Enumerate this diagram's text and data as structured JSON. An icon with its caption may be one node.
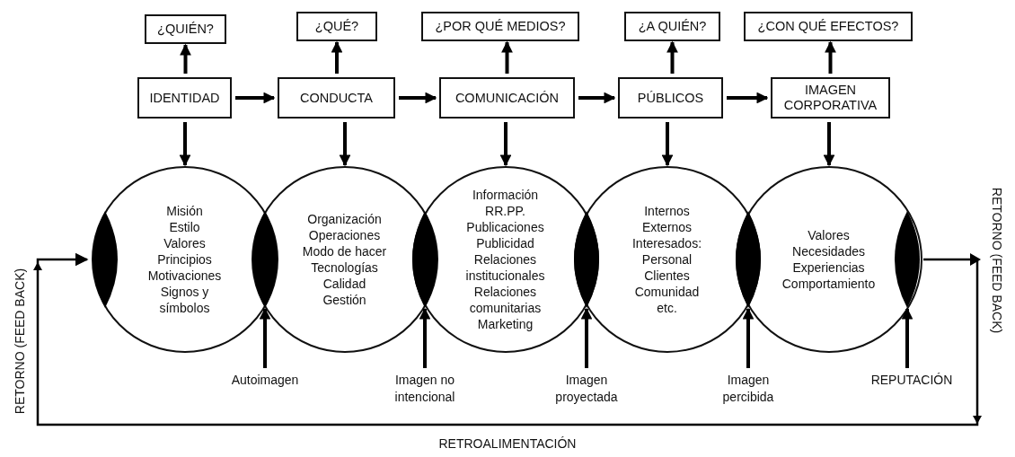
{
  "diagram": {
    "nodes": [
      {
        "text": [
          "¿QUIÉN?"
        ]
      },
      {
        "text": [
          "¿QUÉ?"
        ]
      },
      {
        "text": [
          "¿POR QUÉ MEDIOS?"
        ]
      },
      {
        "text": [
          "¿A QUIÉN?"
        ]
      },
      {
        "text": [
          "¿CON QUÉ EFECTOS?"
        ]
      },
      {
        "text": [
          "IDENTIDAD"
        ]
      },
      {
        "text": [
          "CONDUCTA"
        ]
      },
      {
        "text": [
          "COMUNICACIÓN"
        ]
      },
      {
        "text": [
          "PÚBLICOS"
        ]
      },
      {
        "text": [
          "IMAGEN CORPORATIVA"
        ]
      },
      {
        "text": [
          "Misión",
          "Estilo",
          "Valores",
          "Principios",
          "Motivaciones",
          "Signos y símbolos"
        ]
      },
      {
        "text": [],
        "shape": "lens",
        "in": 10
      },
      {
        "text": [],
        "shape": "lens"
      },
      {
        "text": [
          "Organización",
          "Operaciones",
          "Modo de hacer",
          "Tecnologías",
          "Calidad",
          "Gestión"
        ]
      },
      {
        "text": [],
        "shape": "lens"
      },
      {
        "text": [
          "Información",
          "RR.PP.",
          "Publicaciones",
          "Publicidad",
          "Relaciones institucionales",
          "Relaciones comunitarias",
          "Marketing"
        ]
      },
      {
        "text": [],
        "shape": "lens"
      },
      {
        "text": [
          "Internos",
          "Externos",
          "Interesados:",
          "Personal",
          "Clientes",
          "Comunidad",
          "etc."
        ]
      },
      {
        "text": [],
        "shape": "lens"
      },
      {
        "text": [
          "Valores",
          "Necesidades",
          "Experiencias",
          "Comportamiento"
        ]
      },
      {
        "text": [],
        "shape": "lens",
        "in": 19
      },
      {
        "text": [
          "Autoimagen"
        ]
      },
      {
        "text": [
          "Imagen no intencional"
        ]
      },
      {
        "text": [
          "Imagen proyectada"
        ]
      },
      {
        "text": [
          "Imagen percibida"
        ]
      },
      {
        "text": [
          "REPUTACIÓN"
        ]
      }
    ],
    "edges": [
      {
        "from": 5,
        "to": 0,
        "arrow": "to"
      },
      {
        "from": 6,
        "to": 1,
        "arrow": "to"
      },
      {
        "from": 7,
        "to": 2,
        "arrow": "to"
      },
      {
        "from": 8,
        "to": 3,
        "arrow": "to"
      },
      {
        "from": 9,
        "to": 4,
        "arrow": "to"
      },
      {
        "from": 5,
        "to": 6,
        "arrow": "to"
      },
      {
        "from": 6,
        "to": 7,
        "arrow": "to"
      },
      {
        "from": 7,
        "to": 8,
        "arrow": "to"
      },
      {
        "from": 8,
        "to": 9,
        "arrow": "to"
      },
      {
        "from": 5,
        "to": 10,
        "arrow": "to"
      },
      {
        "from": 6,
        "to": 13,
        "arrow": "to"
      },
      {
        "from": 7,
        "to": 15,
        "arrow": "to"
      },
      {
        "from": 8,
        "to": 17,
        "arrow": "to"
      },
      {
        "from": 9,
        "to": 19,
        "arrow": "to"
      },
      {
        "from": 21,
        "to": 12,
        "arrow": "to"
      },
      {
        "from": 22,
        "to": 14,
        "arrow": "to"
      },
      {
        "from": 23,
        "to": 16,
        "arrow": "to"
      },
      {
        "from": 24,
        "to": 18,
        "arrow": "to"
      },
      {
        "from": 25,
        "to": 20,
        "arrow": "to"
      },
      {
        "from": 20,
        "to": 11,
        "arrow": "to"
      }
    ],
    "labels": [
      "RETORNO (FEED BACK)",
      "RETORNO (FEED BACK)",
      "RETROALIMENTACIÓN"
    ]
  }
}
